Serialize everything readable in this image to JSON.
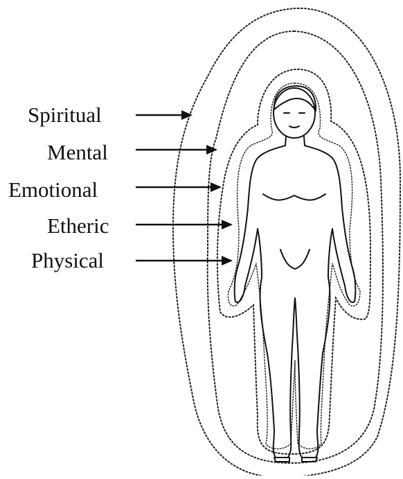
{
  "figure": {
    "layers": [
      {
        "key": "spiritual",
        "label": "Spiritual"
      },
      {
        "key": "mental",
        "label": "Mental"
      },
      {
        "key": "emotional",
        "label": "Emotional"
      },
      {
        "key": "etheric",
        "label": "Etheric"
      },
      {
        "key": "physical",
        "label": "Physical"
      }
    ]
  }
}
